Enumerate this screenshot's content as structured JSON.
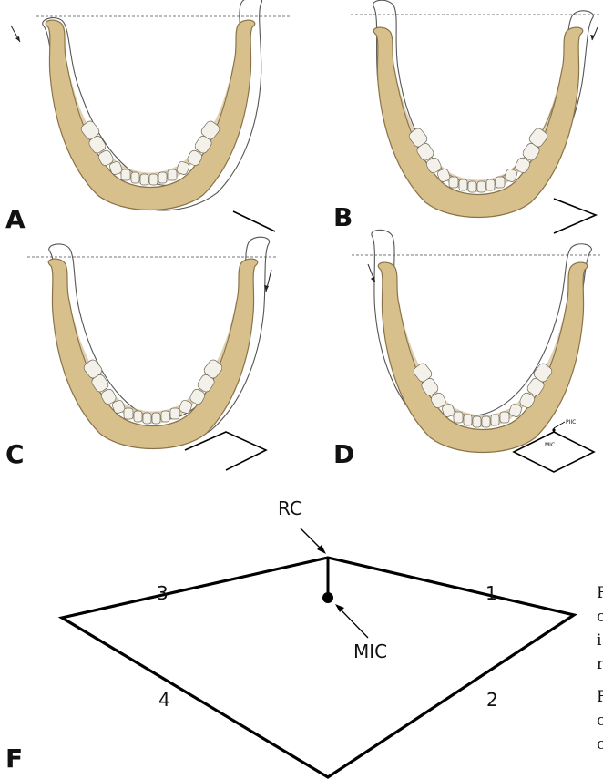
{
  "panels": {
    "a": {
      "letter": "A"
    },
    "b": {
      "letter": "B"
    },
    "c": {
      "letter": "C"
    },
    "d": {
      "letter": "D",
      "glyph_top_label": "PIIC",
      "glyph_bottom_label": "MIC"
    },
    "f": {
      "letter": "F"
    }
  },
  "diagram": {
    "rc_label": "RC",
    "mic_label": "MIC",
    "region_1": "1",
    "region_2": "2",
    "region_3": "3",
    "region_4": "4"
  },
  "cut_text": [
    "F",
    "c",
    "i",
    "r",
    "F",
    "c",
    "c"
  ],
  "colors": {
    "bone": "#d8c08d",
    "outline": "#555555",
    "tooth": "#f3f1ea",
    "diamond": "#000000"
  }
}
